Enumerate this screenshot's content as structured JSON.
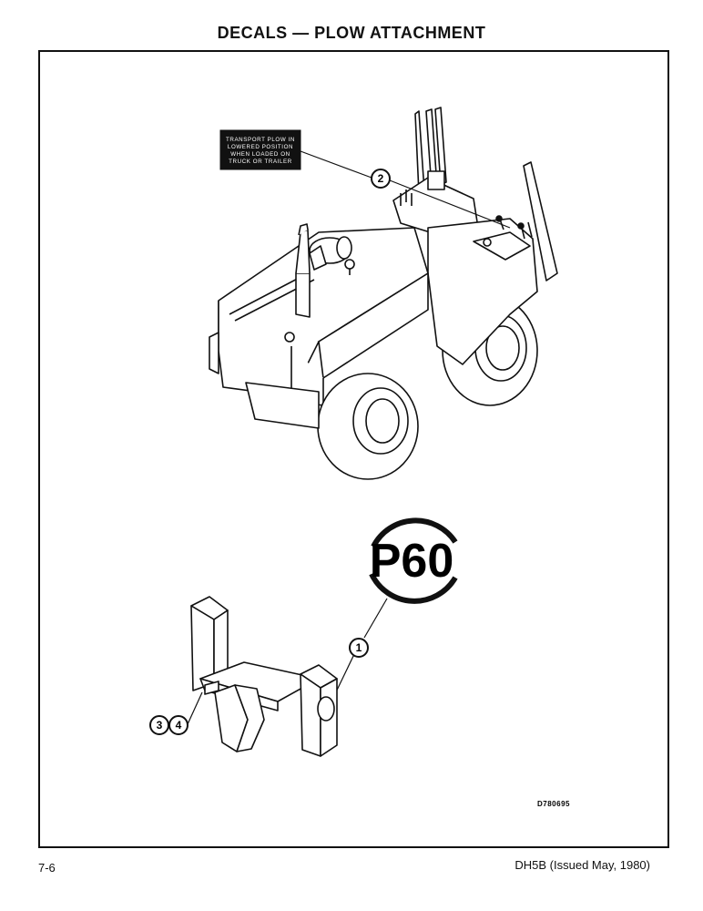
{
  "page": {
    "title": "DECALS — PLOW ATTACHMENT",
    "page_number": "7-6",
    "publication": "DH5B (Issued May, 1980)",
    "drawing_number": "D780695"
  },
  "decal_transport": {
    "lines": [
      "TRANSPORT PLOW IN",
      "LOWERED POSITION",
      "WHEN LOADED ON",
      "TRUCK OR TRAILER"
    ]
  },
  "decal_model": {
    "text": "P60"
  },
  "callouts": {
    "c1": "1",
    "c2": "2",
    "c3": "3",
    "c4": "4"
  }
}
